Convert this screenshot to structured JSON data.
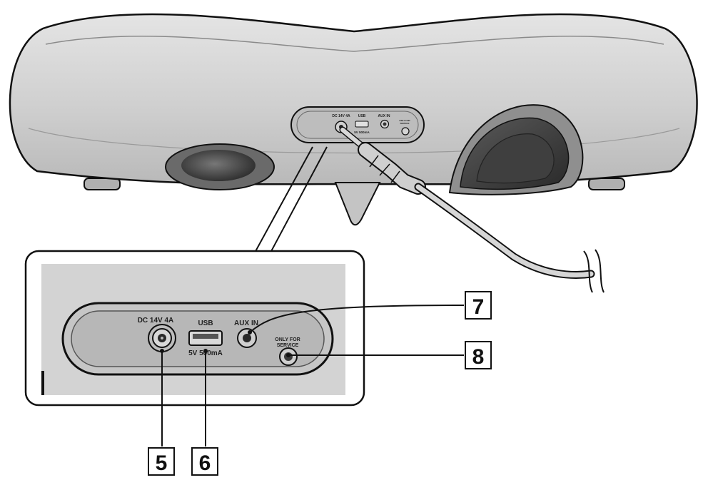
{
  "small_panel": {
    "dc_label": "DC 14V 4A",
    "usb_label": "USB",
    "usb_rating": "5V 500mA",
    "aux_label": "AUX IN",
    "service_label_line1": "ONLY FOR",
    "service_label_line2": "SERVICE"
  },
  "zoom_panel": {
    "dc_label": "DC 14V 4A",
    "usb_label": "USB",
    "usb_rating": "5V 500mA",
    "aux_label": "AUX IN",
    "service_label_line1": "ONLY FOR",
    "service_label_line2": "SERVICE"
  },
  "callouts": {
    "dc_number": "5",
    "usb_number": "6",
    "aux_number": "7",
    "service_number": "8"
  }
}
